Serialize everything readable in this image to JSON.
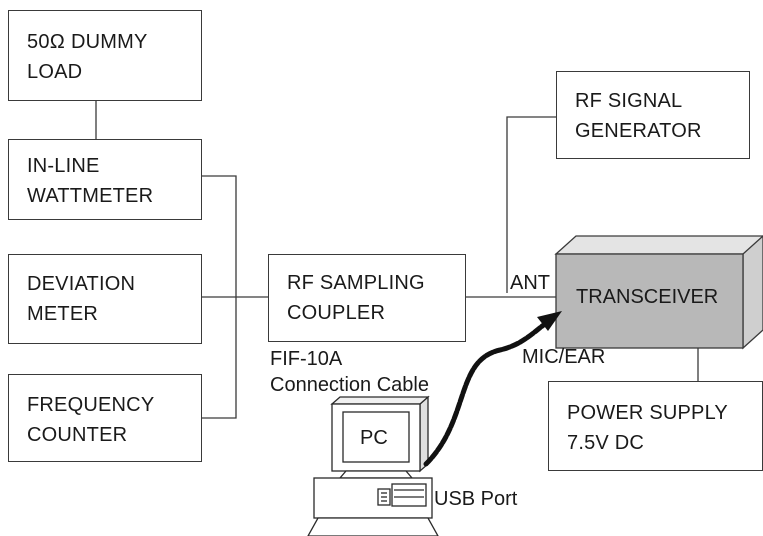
{
  "diagram": {
    "boxes": {
      "dummy_load": "50Ω DUMMY\nLOAD",
      "wattmeter": "IN-LINE\nWATTMETER",
      "deviation_meter": "DEVIATION\nMETER",
      "frequency_counter": "FREQUENCY\nCOUNTER",
      "rf_coupler": "RF SAMPLING\nCOUPLER",
      "rf_generator": "RF SIGNAL\nGENERATOR",
      "transceiver": "TRANSCEIVER",
      "power_supply": "POWER SUPPLY\n7.5V DC",
      "pc": "PC"
    },
    "labels": {
      "ant": "ANT",
      "mic_ear": "MIC/EAR",
      "cable": "FIF-10A\nConnection Cable",
      "usb": "USB Port"
    },
    "colors": {
      "line": "#3a3a3a",
      "transceiver_front": "#b8b8b8",
      "transceiver_top": "#e4e4e4",
      "transceiver_side": "#cfcfcf",
      "cable": "#111111"
    }
  }
}
